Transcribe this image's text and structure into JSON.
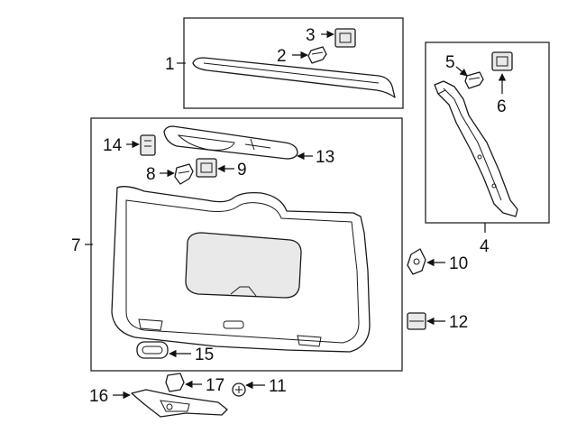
{
  "diagram": {
    "callouts": [
      {
        "id": "1",
        "text": "1"
      },
      {
        "id": "2",
        "text": "2"
      },
      {
        "id": "3",
        "text": "3"
      },
      {
        "id": "4",
        "text": "4"
      },
      {
        "id": "5",
        "text": "5"
      },
      {
        "id": "6",
        "text": "6"
      },
      {
        "id": "7",
        "text": "7"
      },
      {
        "id": "8",
        "text": "8"
      },
      {
        "id": "9",
        "text": "9"
      },
      {
        "id": "10",
        "text": "10"
      },
      {
        "id": "11",
        "text": "11"
      },
      {
        "id": "12",
        "text": "12"
      },
      {
        "id": "13",
        "text": "13"
      },
      {
        "id": "14",
        "text": "14"
      },
      {
        "id": "15",
        "text": "15"
      },
      {
        "id": "16",
        "text": "16"
      },
      {
        "id": "17",
        "text": "17"
      }
    ],
    "colors": {
      "line": "#1a1a1a",
      "fill": "#ffffff",
      "shade": "#e9e9e9",
      "background": "#ffffff"
    }
  }
}
